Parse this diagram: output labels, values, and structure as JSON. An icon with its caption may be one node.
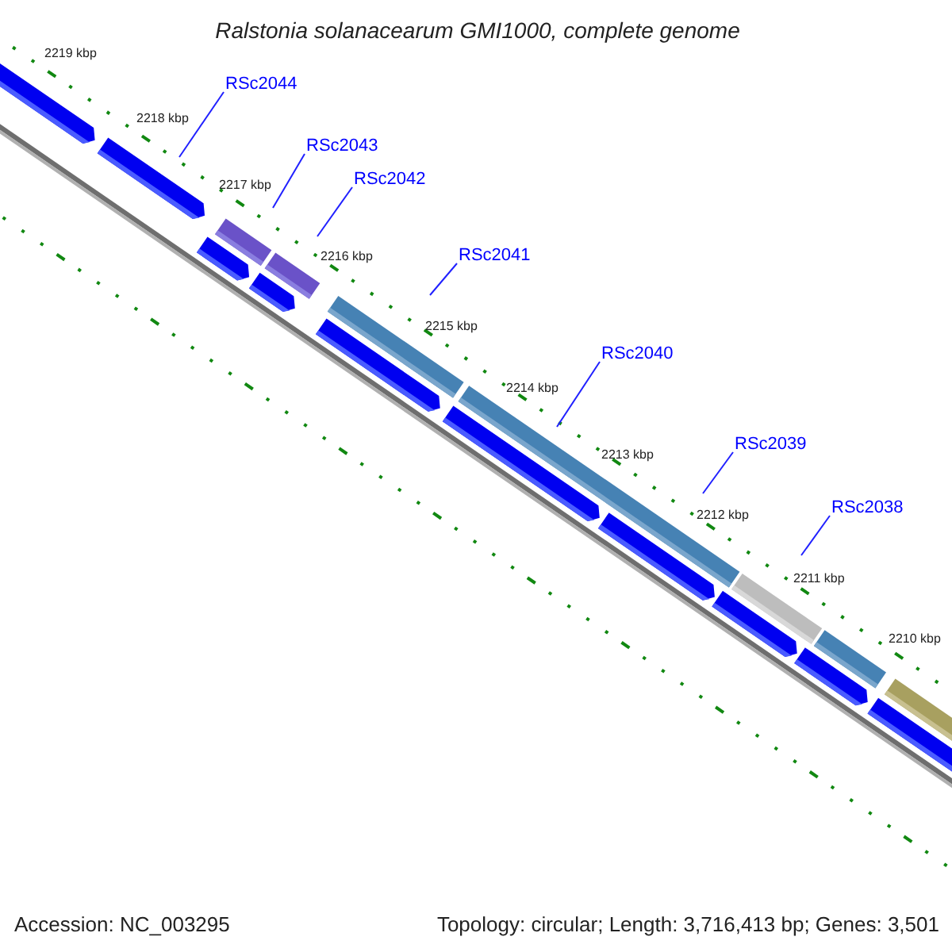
{
  "diagram": {
    "title": "Ralstonia solanacearum GMI1000, complete genome",
    "nodes": [
      {
        "text": [
          "RSc2044"
        ]
      },
      {
        "text": [
          "RSc2043"
        ]
      },
      {
        "text": [
          "RSc2042"
        ]
      },
      {
        "text": [
          "RSc2041"
        ]
      },
      {
        "text": [
          "RSc2040"
        ]
      },
      {
        "text": [
          "RSc2039"
        ]
      },
      {
        "text": [
          "RSc2038"
        ]
      }
    ],
    "edges": [
      {
        "from": 0,
        "to": null,
        "arrow": "none"
      },
      {
        "from": 1,
        "to": null,
        "arrow": "none"
      },
      {
        "from": 2,
        "to": null,
        "arrow": "none"
      },
      {
        "from": 3,
        "to": null,
        "arrow": "none"
      },
      {
        "from": 4,
        "to": null,
        "arrow": "none"
      },
      {
        "from": 5,
        "to": null,
        "arrow": "none"
      },
      {
        "from": 6,
        "to": null,
        "arrow": "none"
      }
    ],
    "labels": [
      "2219 kbp",
      "2218 kbp",
      "2217 kbp",
      "2216 kbp",
      "2215 kbp",
      "2214 kbp",
      "2213 kbp",
      "2212 kbp",
      "2211 kbp",
      "2210 kbp",
      "Accession: NC_003295",
      "Topology: circular; Length: 3,716,413 bp; Genes: 3,501"
    ]
  }
}
